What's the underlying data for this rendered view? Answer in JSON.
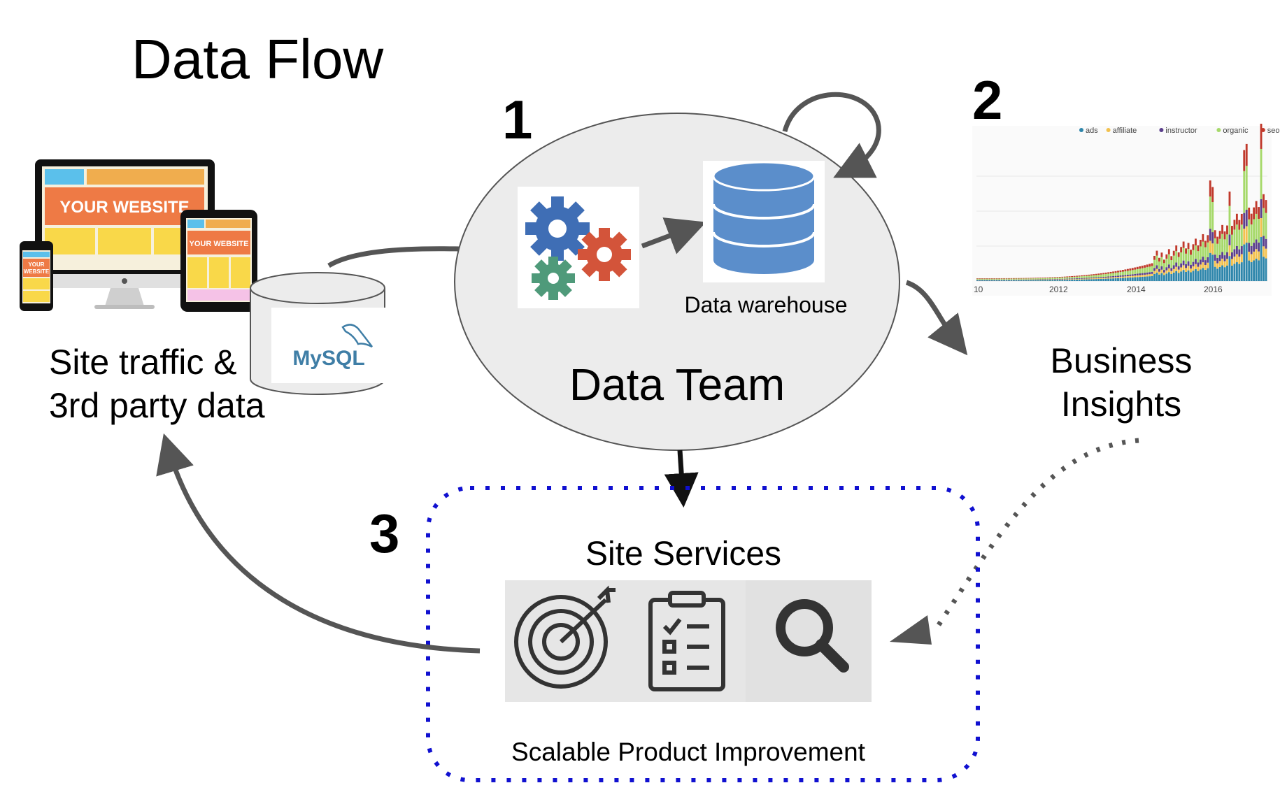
{
  "title": "Data Flow",
  "steps": {
    "one": "1",
    "two": "2",
    "three": "3"
  },
  "sources": {
    "line1": "Site traffic &",
    "line2": "3rd party data",
    "website_label_large": "YOUR WEBSITE",
    "website_label_medium": "YOUR WEBSITE",
    "website_label_small_1": "YOUR",
    "website_label_small_2": "WEBSITE",
    "mysql_logo_text": "MySQL"
  },
  "data_team": {
    "label": "Data Team",
    "warehouse_label": "Data warehouse"
  },
  "insights": {
    "line1": "Business",
    "line2": "Insights"
  },
  "services": {
    "label": "Site Services",
    "caption": "Scalable Product Improvement"
  },
  "chart_data": {
    "type": "bar",
    "stacked": true,
    "series": [
      {
        "name": "ads",
        "color": "#2e86ab"
      },
      {
        "name": "affiliate",
        "color": "#f2c14e"
      },
      {
        "name": "instructor",
        "color": "#5b3f8c"
      },
      {
        "name": "organic",
        "color": "#a6d96a"
      },
      {
        "name": "seo",
        "color": "#c0392b"
      }
    ],
    "legend_position": "top-right",
    "x_tick_labels": [
      "10",
      "2012",
      "2014",
      "2016"
    ],
    "grid": true
  },
  "colors": {
    "arrow": "#555555",
    "dotted_box": "#1010d0",
    "ellipse_fill": "#ececec",
    "gear_blue": "#3f6eb5",
    "gear_orange": "#d3543a",
    "gear_green": "#4f9a7a",
    "db_blue": "#5b8ecb"
  },
  "icons": [
    "target-icon",
    "checklist-icon",
    "search-icon",
    "gears-icon",
    "database-icon",
    "mysql-logo",
    "dolphin-icon"
  ]
}
